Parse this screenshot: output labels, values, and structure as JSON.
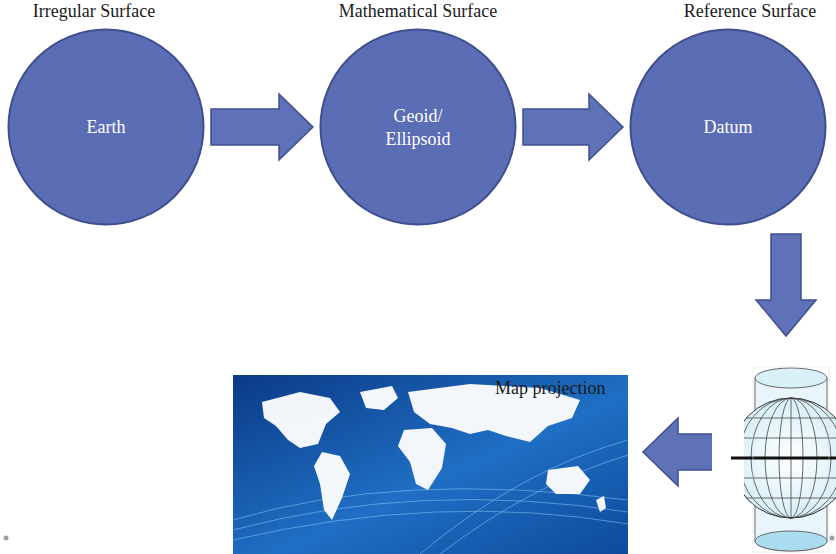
{
  "diagram": {
    "nodes": [
      {
        "text": [
          "Irregular Surface",
          "Earth"
        ]
      },
      {
        "text": [
          "Mathematical Surface",
          "Geoid/ Ellipsoid"
        ]
      },
      {
        "text": [
          "Reference Surface",
          "Datum"
        ]
      }
    ],
    "edges": [
      {
        "from": 0,
        "to": 1,
        "arrow": "to"
      },
      {
        "from": 1,
        "to": 2,
        "arrow": "to"
      }
    ],
    "labels": [
      "Map projection"
    ]
  }
}
